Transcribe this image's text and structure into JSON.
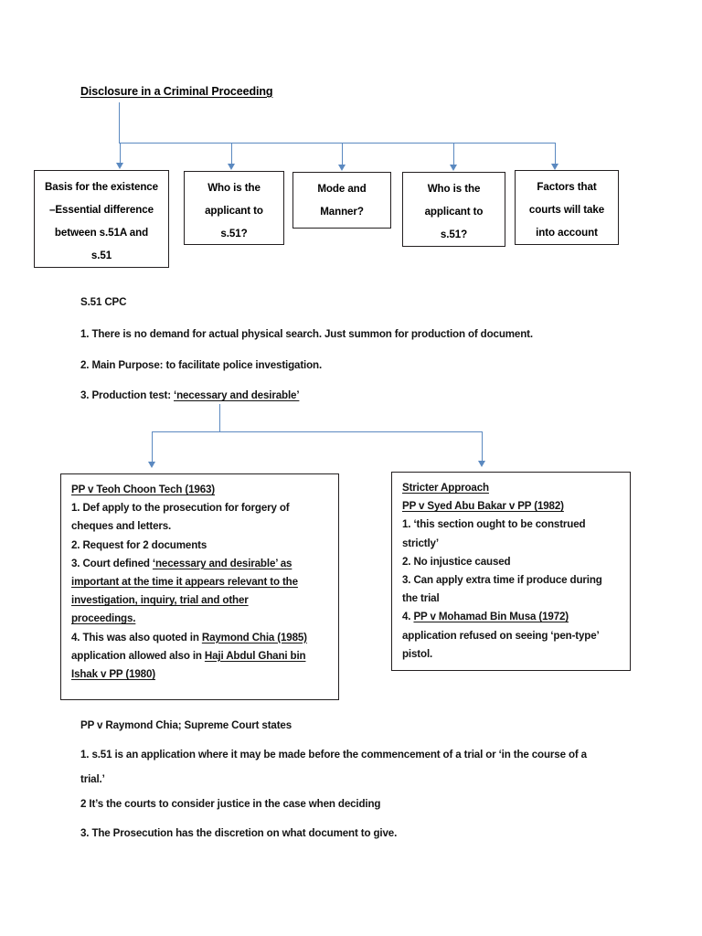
{
  "document": {
    "title": "Disclosure in a Criminal Proceeding"
  },
  "flow_top": {
    "nodes": [
      {
        "name": "basis-for-existence",
        "lines": [
          "Basis for the existence",
          "–Essential difference",
          "between s.51A and",
          "s.51"
        ]
      },
      {
        "name": "who-is-applicant-1",
        "lines": [
          "Who is the",
          "applicant to",
          "s.51?"
        ]
      },
      {
        "name": "mode-and-manner",
        "lines": [
          "Mode and",
          "Manner?"
        ]
      },
      {
        "name": "who-is-applicant-2",
        "lines": [
          "Who is the",
          "applicant to",
          "s.51?"
        ]
      },
      {
        "name": "factors-courts-take-into-account",
        "lines": [
          "Factors that",
          "courts will take",
          "into account"
        ]
      }
    ]
  },
  "section_s51": {
    "heading": "S.51 CPC",
    "point1": "1. There is no demand for actual physical search. Just summon for production of document.",
    "point2": "2. Main Purpose: to facilitate police investigation.",
    "point3_prefix": "3. Production test: ",
    "point3_underlined": "‘necessary and desirable’"
  },
  "case_box_left": {
    "title": "PP v Teoh Choon Tech (1963)",
    "item1_line1": "1. Def apply to the prosecution for forgery of",
    "item1_line2": "cheques and letters.",
    "item2": "2. Request for 2 documents",
    "item3_prefix": "3. Court defined ",
    "item3_underlined_a": "‘necessary and desirable’ as",
    "item3_underlined_b": "important at the time it appears relevant to the",
    "item3_underlined_c": "investigation, inquiry, trial and other",
    "item3_underlined_d": "proceedings.",
    "item4_prefix": "4. This was also quoted in ",
    "item4_underlined_a": "Raymond Chia (1985)",
    "item4_mid": "application allowed also in ",
    "item4_underlined_b": "Haji Abdul Ghani bin",
    "item4_underlined_c": "Ishak v PP (1980)"
  },
  "case_box_right": {
    "title_line1": "Stricter Approach",
    "title_line2": "PP v Syed Abu Bakar v PP (1982)",
    "item1_line1": "1. ‘this section ought to be construed",
    "item1_line2": "strictly’",
    "item2": "2. No injustice caused",
    "item3_line1": "3. Can apply extra time if produce during",
    "item3_line2": "the trial",
    "item4_prefix": "4. ",
    "item4_underlined": "PP v Mohamad Bin Musa (1972)",
    "item4_line2": "application refused on seeing ‘pen-type’",
    "item4_line3": "pistol."
  },
  "section_raymond_chia": {
    "heading": "PP v Raymond Chia; Supreme Court states",
    "point1_line1": "1. s.51 is an application where it may be made before the commencement of a trial or ‘in the course of a",
    "point1_line2": "trial.’",
    "point2": "2 It’s the courts to consider justice in the case when deciding",
    "point3": "3. The Prosecution has the discretion on what document to give."
  },
  "colors": {
    "connector": "#5b89c0",
    "box_border": "#231f20",
    "text": "#141414",
    "page_background": "#ffffff"
  }
}
